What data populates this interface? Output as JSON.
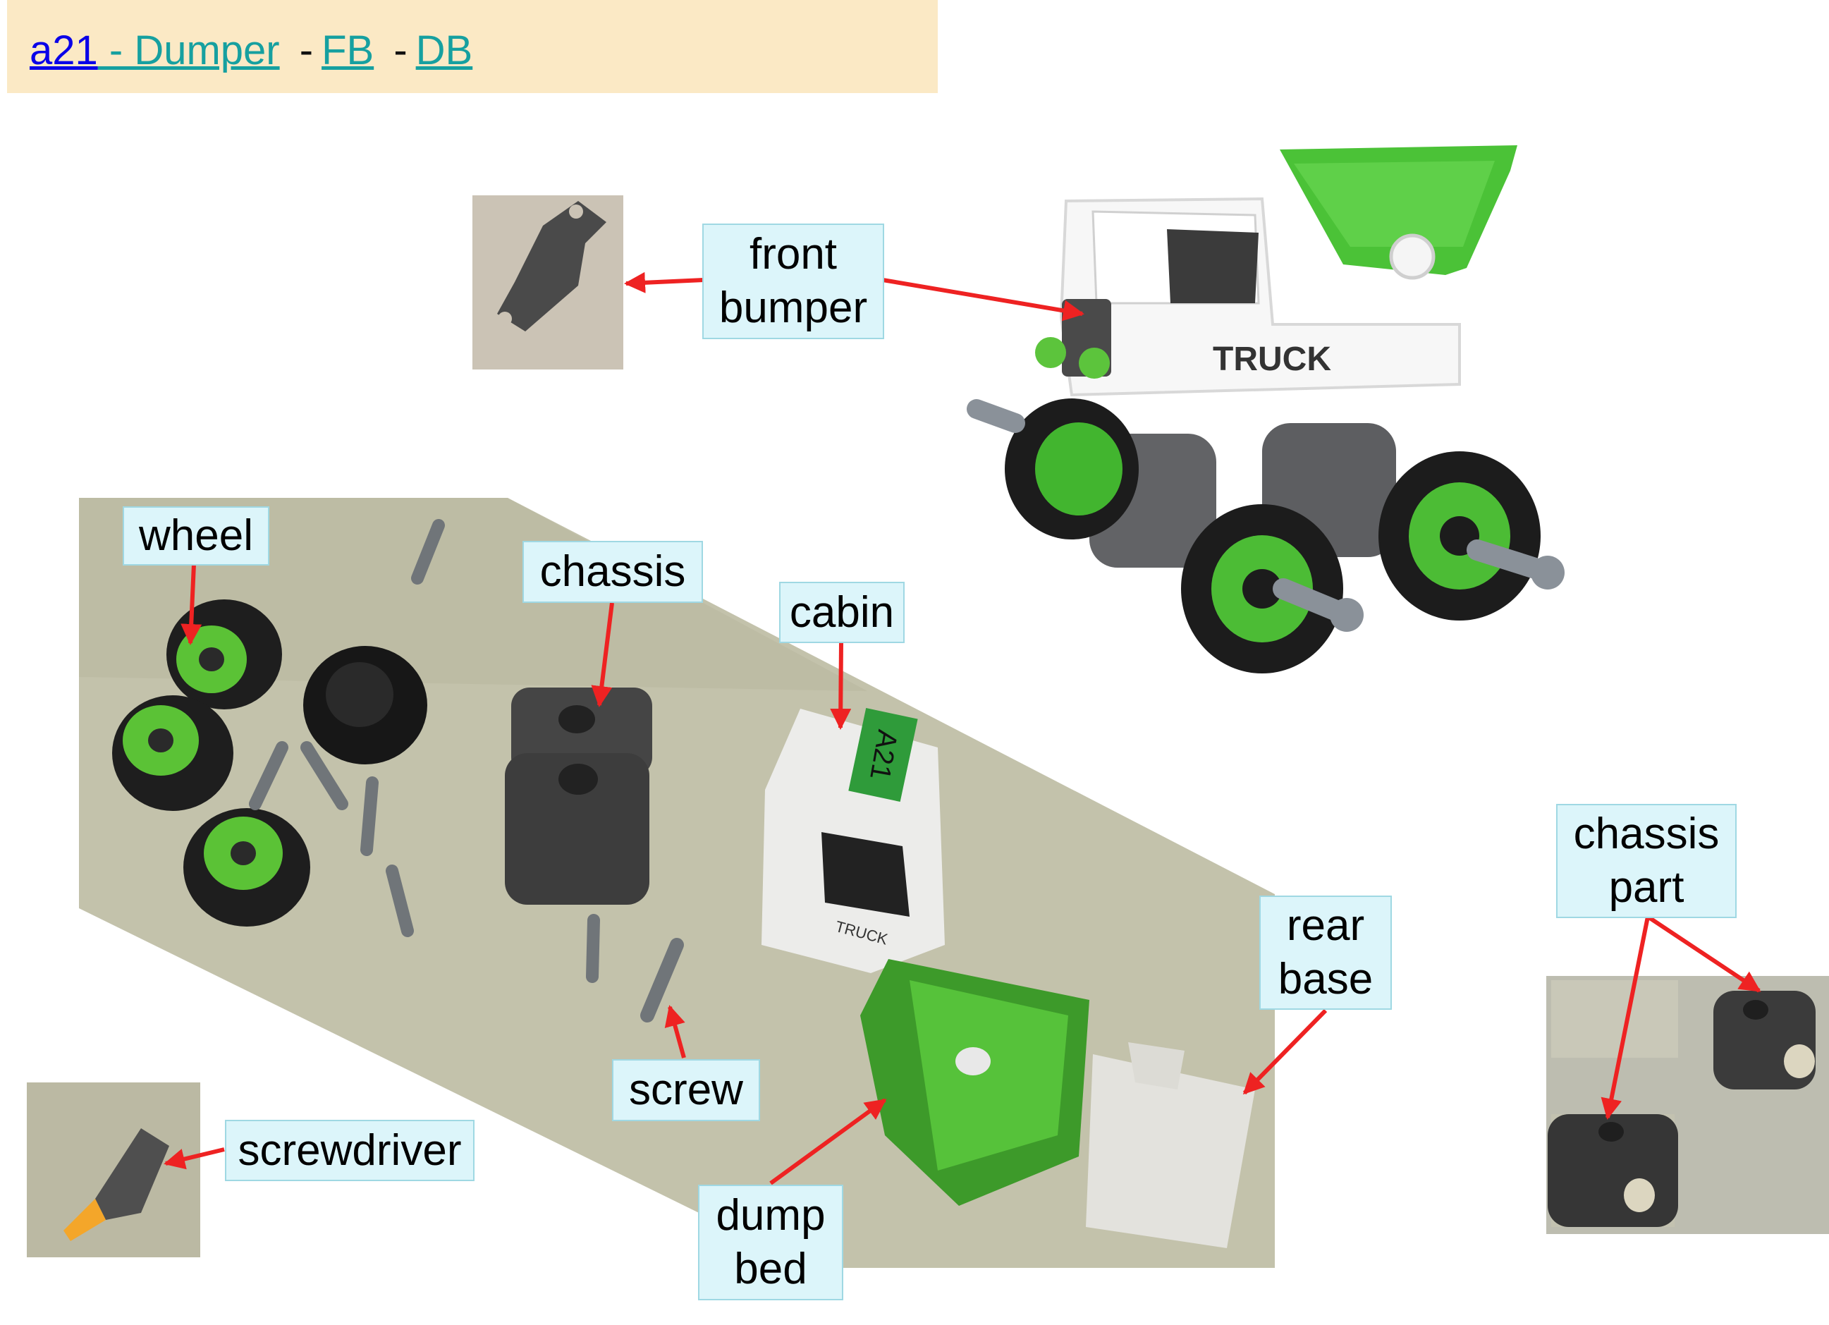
{
  "header": {
    "link_a21": "a21",
    "link_dumper": " - Dumper",
    "sep1": "-",
    "link_fb": "FB",
    "sep2": "-",
    "link_db": "DB"
  },
  "labels": {
    "front_bumper": "front bumper",
    "wheel": "wheel",
    "chassis": "chassis",
    "cabin": "cabin",
    "chassis_part": "chassis part",
    "rear_base": "rear base",
    "screw": "screw",
    "screwdriver": "screwdriver",
    "dump_bed": "dump bed",
    "truck_logo": "TRUCK",
    "cabin_tag": "A21"
  },
  "colors": {
    "header_bg": "#fbe9c5",
    "label_bg": "#dcf5fa",
    "arrow": "#ee2222",
    "toy_green": "#33b52e",
    "toy_gray": "#58595b",
    "mat": "#c4c3ad"
  }
}
